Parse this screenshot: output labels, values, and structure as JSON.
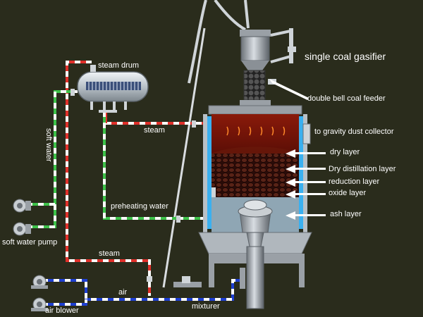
{
  "title": "single coal gasifier",
  "labels": {
    "steam_drum": "steam drum",
    "double_bell_coal_feeder": "double bell coal feeder",
    "to_gravity_dust_collector": "to gravity dust collector",
    "dry_layer": "dry layer",
    "dry_distillation_layer": "Dry distillation layer",
    "reduction_layer": "reduction layer",
    "oxide_layer": "oxide layer",
    "ash_layer": "ash layer",
    "steam_top": "steam",
    "steam_bottom": "steam",
    "soft_water": "soft water",
    "preheating_water": "preheating water",
    "soft_water_pump": "soft water pump",
    "air": "air",
    "air_blower": "air blower",
    "mixturer": "mixturer"
  },
  "colors": {
    "background": "#2a2c1c",
    "steam_line": "#e0302a",
    "water_line": "#3ec24a",
    "air_line": "#1e3fd0",
    "dash": "#ffffff",
    "reactor_shell": "#9aa0a6",
    "jacket": "#3ab0f0",
    "chamber_top": "#7a1208",
    "chamber_bottom": "#2a0a06",
    "ash_zone": "#8fa6b4"
  }
}
